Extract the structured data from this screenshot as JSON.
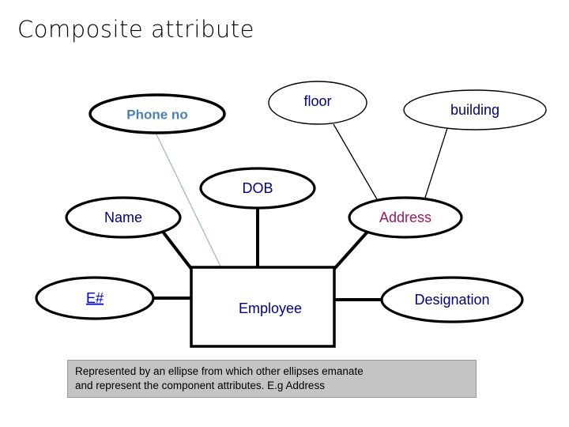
{
  "slide": {
    "title": "Composite attribute",
    "background_color": "#ffffff"
  },
  "colors": {
    "navy": "#000080",
    "steel_blue": "#4a81b4",
    "magenta": "#a3145f",
    "bright_blue": "#0000cc",
    "line_black": "#000000",
    "line_faint": "#9fb6c4",
    "caption_bg": "#c4c4c4"
  },
  "entities": [
    {
      "id": "employee",
      "label": "Employee",
      "shape": "rectangle",
      "text_color": "#000080"
    }
  ],
  "attributes": [
    {
      "id": "phone-no",
      "label": "Phone no",
      "shape": "ellipse",
      "text_color": "#4a81b4",
      "bold": true,
      "underline": false
    },
    {
      "id": "floor",
      "label": "floor",
      "shape": "ellipse",
      "text_color": "#000080",
      "bold": false,
      "underline": false
    },
    {
      "id": "building",
      "label": "building",
      "shape": "ellipse",
      "text_color": "#000080",
      "bold": false,
      "underline": false
    },
    {
      "id": "dob",
      "label": "DOB",
      "shape": "ellipse",
      "text_color": "#000080",
      "bold": false,
      "underline": false
    },
    {
      "id": "name",
      "label": "Name",
      "shape": "ellipse",
      "text_color": "#000080",
      "bold": false,
      "underline": false
    },
    {
      "id": "address",
      "label": "Address",
      "shape": "ellipse",
      "text_color": "#a3145f",
      "bold": false,
      "underline": false
    },
    {
      "id": "e-number",
      "label": "E#",
      "shape": "ellipse",
      "text_color": "#0000cc",
      "bold": false,
      "underline": true
    },
    {
      "id": "designation",
      "label": "Designation",
      "shape": "ellipse",
      "text_color": "#000080",
      "bold": false,
      "underline": false
    }
  ],
  "connectors": [
    {
      "from": "phone-no",
      "to": "employee",
      "style": "faint-thin"
    },
    {
      "from": "floor",
      "to": "address",
      "style": "black-thin"
    },
    {
      "from": "building",
      "to": "address",
      "style": "black-thin"
    },
    {
      "from": "dob",
      "to": "employee",
      "style": "black-thick"
    },
    {
      "from": "name",
      "to": "employee",
      "style": "black-thick"
    },
    {
      "from": "address",
      "to": "employee",
      "style": "black-thick"
    },
    {
      "from": "e-number",
      "to": "employee",
      "style": "black-thick"
    },
    {
      "from": "designation",
      "to": "employee",
      "style": "black-thick"
    }
  ],
  "caption": {
    "line1": "Represented by an ellipse from which other ellipses emanate",
    "line2": "and represent the component attributes. E.g Address"
  }
}
